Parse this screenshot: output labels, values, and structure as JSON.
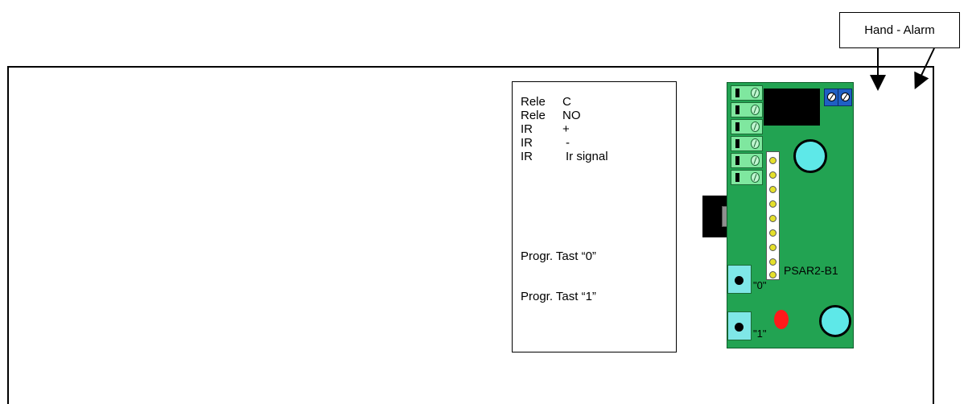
{
  "callout": {
    "label": "Hand - Alarm"
  },
  "legend": {
    "rows": [
      {
        "name": "Rele",
        "value": "C"
      },
      {
        "name": "Rele",
        "value": "NO"
      },
      {
        "name": "IR",
        "value": "+"
      },
      {
        "name": "IR",
        "value": "-"
      },
      {
        "name": "IR",
        "value": "Ir signal"
      }
    ],
    "buttons": [
      "Progr. Tast “0”",
      "Progr. Tast “1”"
    ]
  },
  "board": {
    "name": "PSAR2-B1",
    "button0_label": "\"0\"",
    "button1_label": "\"1\"",
    "color": "#22a352",
    "led_color": "#ff1a1a"
  }
}
